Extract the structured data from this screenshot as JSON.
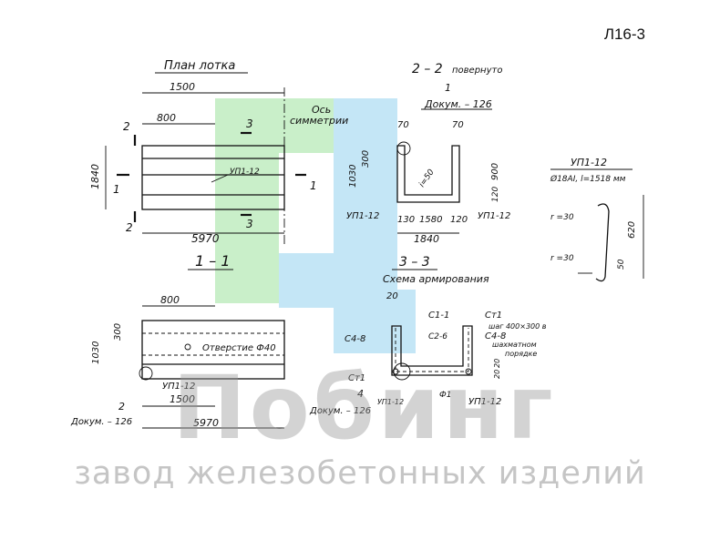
{
  "sheet_code": "Л16-3",
  "plan": {
    "title": "План лотка",
    "dim_half_width": "1500",
    "dim_800": "800",
    "dim_height": "1840",
    "dim_length": "5970",
    "axis_label_1": "Ось",
    "axis_label_2": "симметрии",
    "rebar_label": "УП1-12",
    "sec_2": "2",
    "sec_1": "1",
    "sec_3": "3"
  },
  "section_22": {
    "title": "2 – 2",
    "subtitle": "повернуто",
    "item_no": "1",
    "doc_ref": "Докум. – 126",
    "dim_70a": "70",
    "dim_70b": "70",
    "dim_300": "300",
    "dim_1030": "1030",
    "dim_900": "900",
    "dim_120a": "120",
    "dim_120b": "120",
    "dim_slope": "i=50",
    "dim_130": "130",
    "dim_1580": "1580",
    "dim_bottom": "1840",
    "rebar_left": "УП1-12",
    "rebar_right": "УП1-12"
  },
  "detail_up": {
    "title": "УП1-12",
    "spec": "Ø18АI, l=1518 мм",
    "r_top": "r =30",
    "r_bottom": "r =30",
    "dim_620": "620",
    "dim_50": "50"
  },
  "section_11": {
    "title": "1 – 1",
    "dim_800": "800",
    "dim_300": "300",
    "dim_1030": "1030",
    "hole": "Отверстие Ф40",
    "rebar": "УП1-12",
    "dim_1500": "1500",
    "dim_5970": "5970",
    "item_no": "2",
    "doc_ref": "Докум. – 126"
  },
  "section_33": {
    "title": "3 – 3",
    "subtitle": "Схема армирования",
    "dim_20": "20",
    "c11": "С1-1",
    "ct1_top": "Ст1",
    "c48_left": "С4-8",
    "c26": "С2-6",
    "c48_right": "С4-8",
    "step_note_1": "шаг 400×300 в",
    "step_note_2": "шахматном",
    "step_note_3": "порядке",
    "ct1_left": "Ст1",
    "item_no": "4",
    "doc_ref": "Докум. – 126",
    "up_left": "УП1-12",
    "f1": "Ф1",
    "up_right": "УП1-12",
    "dim_20a": "20",
    "dim_20b": "20"
  },
  "watermark": {
    "brand": "Побинг",
    "tagline": "завод железобетонных изделий"
  },
  "colors": {
    "logo_green": "#c9efc9",
    "logo_blue": "#c4e6f6",
    "ink": "#111111"
  }
}
